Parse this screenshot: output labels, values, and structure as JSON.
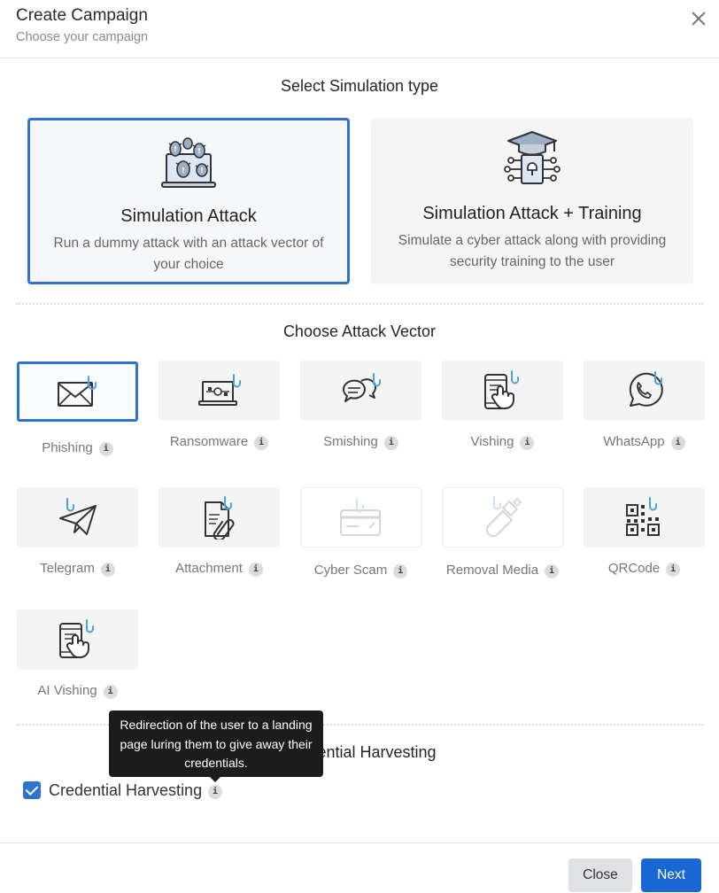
{
  "header": {
    "title": "Create Campaign",
    "subtitle": "Choose your campaign"
  },
  "simulation": {
    "heading": "Select Simulation type",
    "cards": [
      {
        "name": "Simulation Attack",
        "description": "Run a dummy attack with an attack vector of your choice",
        "selected": true,
        "icon": "laptop-bugs-icon"
      },
      {
        "name": "Simulation Attack + Training",
        "description": "Simulate a cyber attack along with providing security training to the user",
        "selected": false,
        "icon": "graduation-lock-icon"
      }
    ]
  },
  "vectors": {
    "heading": "Choose Attack Vector",
    "info_glyph": "i",
    "items": [
      {
        "label": "Phishing",
        "icon": "envelope-hook-icon",
        "state": "selected"
      },
      {
        "label": "Ransomware",
        "icon": "laptop-hook-icon",
        "state": "enabled"
      },
      {
        "label": "Smishing",
        "icon": "chat-bubbles-hook-icon",
        "state": "enabled"
      },
      {
        "label": "Vishing",
        "icon": "phone-hand-hook-icon",
        "state": "enabled"
      },
      {
        "label": "WhatsApp",
        "icon": "whatsapp-hook-icon",
        "state": "enabled"
      },
      {
        "label": "Telegram",
        "icon": "paper-plane-hook-icon",
        "state": "enabled"
      },
      {
        "label": "Attachment",
        "icon": "document-clip-hook-icon",
        "state": "enabled"
      },
      {
        "label": "Cyber Scam",
        "icon": "credit-card-hook-icon",
        "state": "disabled"
      },
      {
        "label": "Removal Media",
        "icon": "usb-drive-hook-icon",
        "state": "disabled"
      },
      {
        "label": "QRCode",
        "icon": "qr-code-hook-icon",
        "state": "enabled"
      },
      {
        "label": "AI Vishing",
        "icon": "phone-hand-hook-icon",
        "state": "enabled"
      }
    ]
  },
  "credential": {
    "heading": "Credential Harvesting",
    "checkbox_label": "Credential Harvesting",
    "checked": true,
    "tooltip": "Redirection of the user to a landing page luring them to give away their credentials."
  },
  "footer": {
    "close_label": "Close",
    "next_label": "Next"
  },
  "colors": {
    "accent": "#2f72cf",
    "primary_button": "#1967d2",
    "hook": "#4aa3df"
  }
}
